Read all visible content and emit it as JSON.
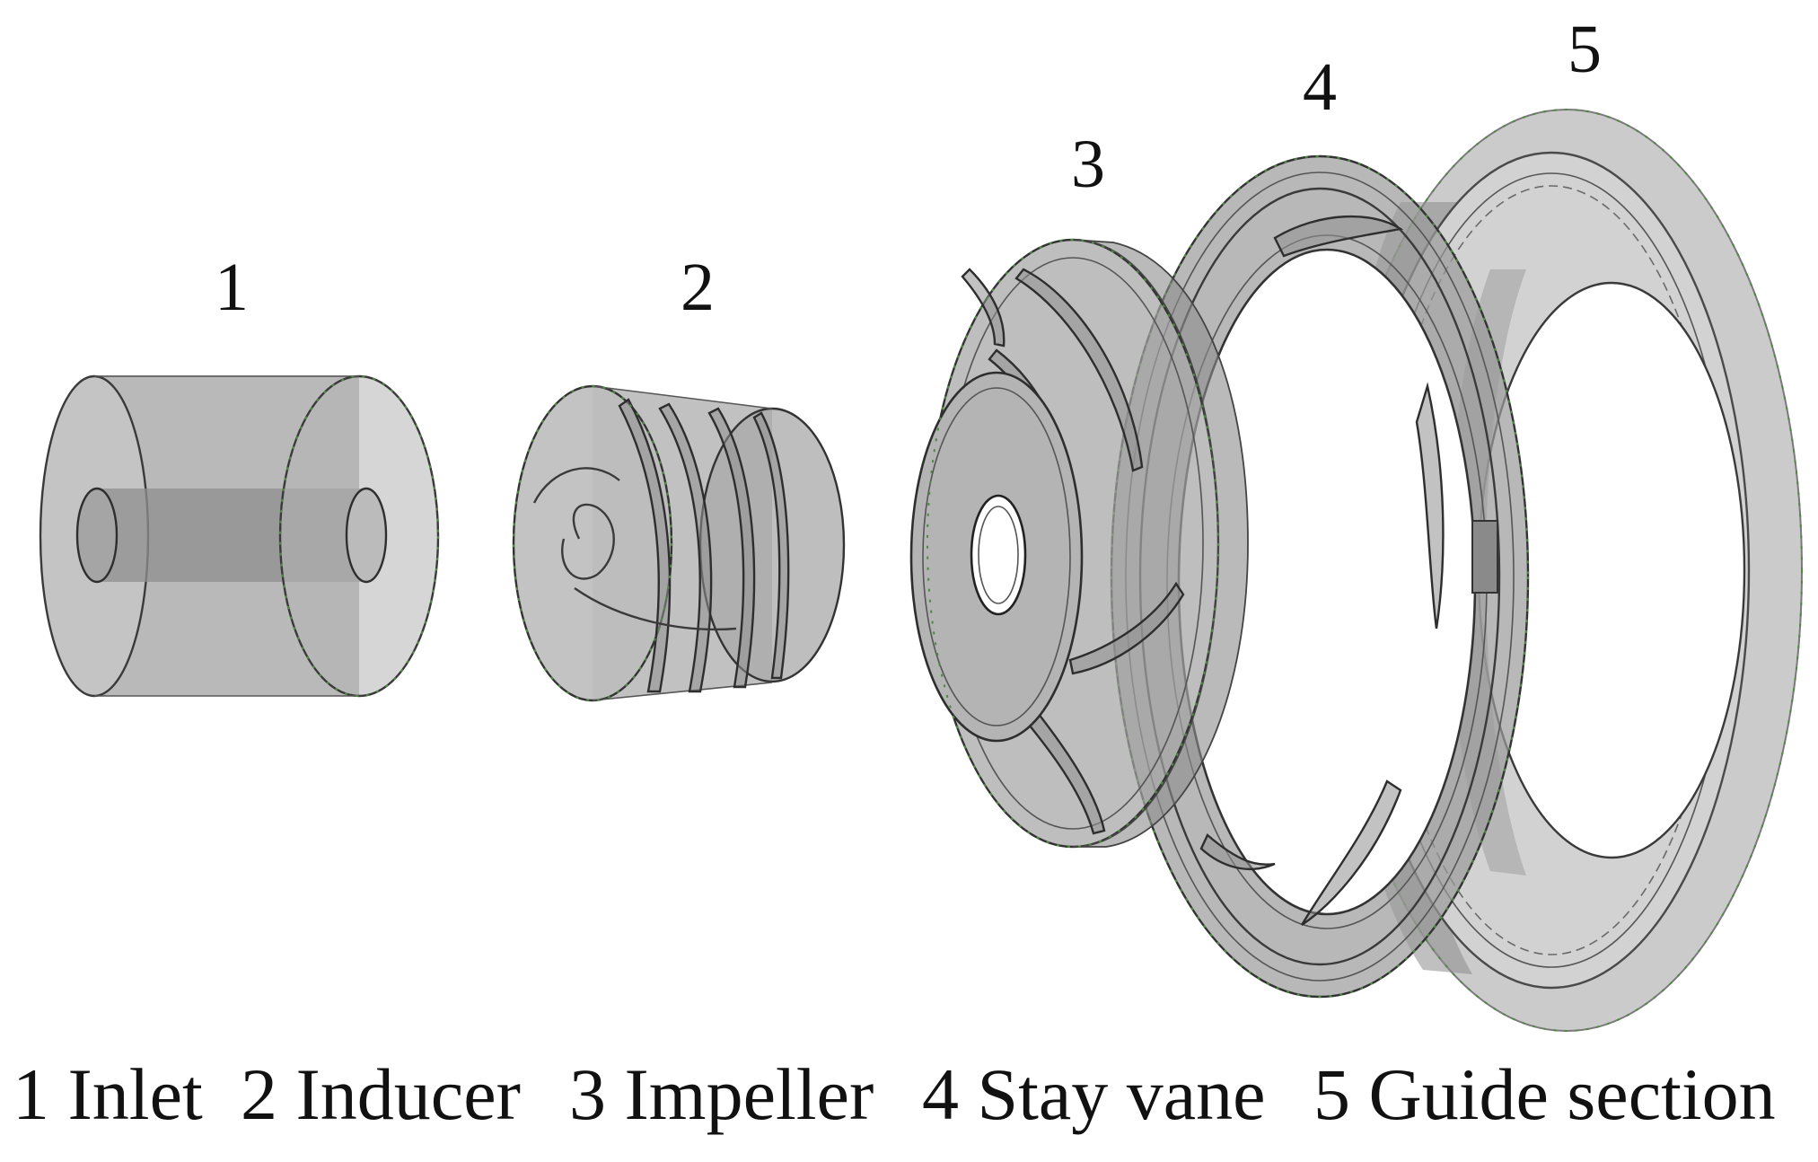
{
  "figure": {
    "components": [
      {
        "number": "1",
        "caption": "1 Inlet"
      },
      {
        "number": "2",
        "caption": "2 Inducer"
      },
      {
        "number": "3",
        "caption": "3 Impeller"
      },
      {
        "number": "4",
        "caption": "4 Stay vane"
      },
      {
        "number": "5",
        "caption": "5 Guide section"
      }
    ],
    "colors": {
      "solid_fill": "#9e9e9e",
      "solid_fill_light": "#c8c8c8",
      "edge": "#3a3a3a",
      "mesh_accent": "#4d8a3f",
      "background": "#ffffff"
    }
  }
}
